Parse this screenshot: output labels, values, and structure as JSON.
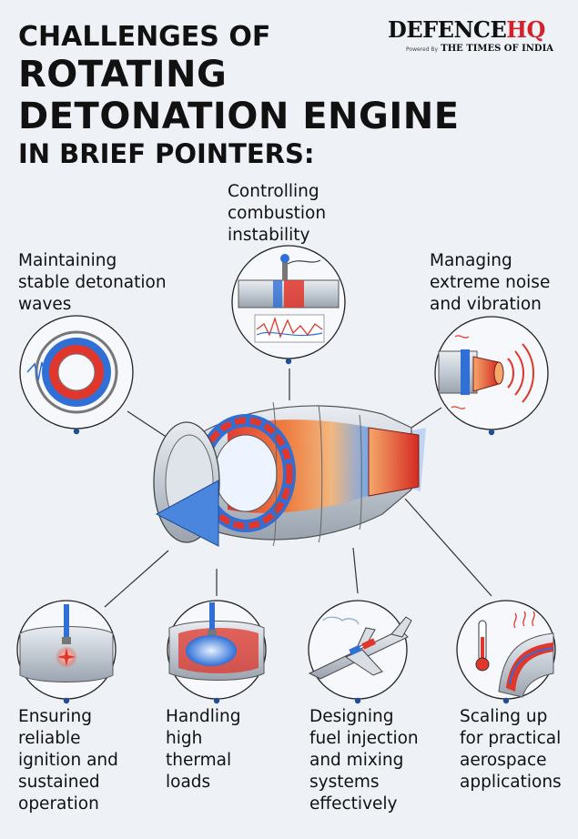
{
  "title": {
    "line1": "CHALLENGES OF",
    "line2": "ROTATING",
    "line3": "DETONATION ENGINE",
    "line4": "IN BRIEF POINTERS:"
  },
  "brand": {
    "name_main": "DEFENCE",
    "name_accent": "HQ",
    "powered_by": "Powered By",
    "partner": "THE TIMES OF INDIA"
  },
  "challenges": [
    {
      "lines": [
        "Maintaining",
        "stable detonation",
        "waves"
      ]
    },
    {
      "lines": [
        "Controlling",
        "combustion",
        "instability"
      ]
    },
    {
      "lines": [
        "Managing",
        "extreme noise",
        "and vibration"
      ]
    },
    {
      "lines": [
        "Ensuring",
        "reliable",
        "ignition and",
        "sustained",
        "operation"
      ]
    },
    {
      "lines": [
        "Handling",
        "high",
        "thermal",
        "loads"
      ]
    },
    {
      "lines": [
        "Designing",
        "fuel injection",
        "and mixing",
        "systems",
        "effectively"
      ]
    },
    {
      "lines": [
        "Scaling up",
        "for practical",
        "aerospace",
        "applications"
      ]
    }
  ],
  "colors": {
    "background": "#eef1f6",
    "heat_red": "#e0362b",
    "cool_blue": "#2f6fd6",
    "connector": "#333333",
    "dot": "#1f4e96",
    "brand_red": "#d3232a"
  },
  "icons": [
    "detonation-ring-icon",
    "combustion-pipe-icon",
    "noise-vibration-icon",
    "ignition-spark-icon",
    "thermal-flow-icon",
    "aircraft-icon",
    "thermometer-icon",
    "rde-engine-illustration"
  ]
}
